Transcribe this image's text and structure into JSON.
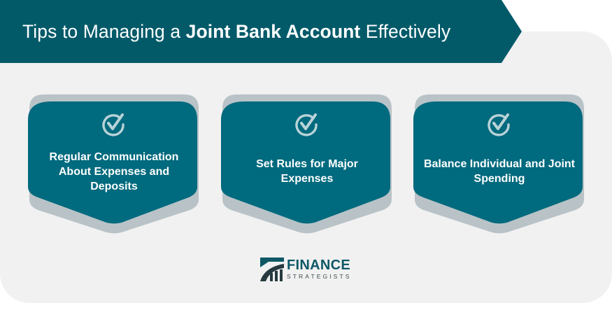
{
  "header": {
    "title_prefix": "Tips to Managing a ",
    "title_bold": "Joint Bank Account",
    "title_suffix": " Effectively"
  },
  "colors": {
    "banner": "#025a69",
    "panel": "#f1f1f1",
    "card_front": "#006a7e",
    "card_back": "#b9c3c7",
    "check_icon": "#b9d3d8"
  },
  "tips": [
    {
      "icon": "check-circle-icon",
      "label": "Regular Communication About Expenses and Deposits"
    },
    {
      "icon": "check-circle-icon",
      "label": "Set Rules for Major Expenses"
    },
    {
      "icon": "check-circle-icon",
      "label": "Balance Individual and Joint Spending"
    }
  ],
  "logo": {
    "main": "FINANCE",
    "sub": "STRATEGISTS"
  }
}
